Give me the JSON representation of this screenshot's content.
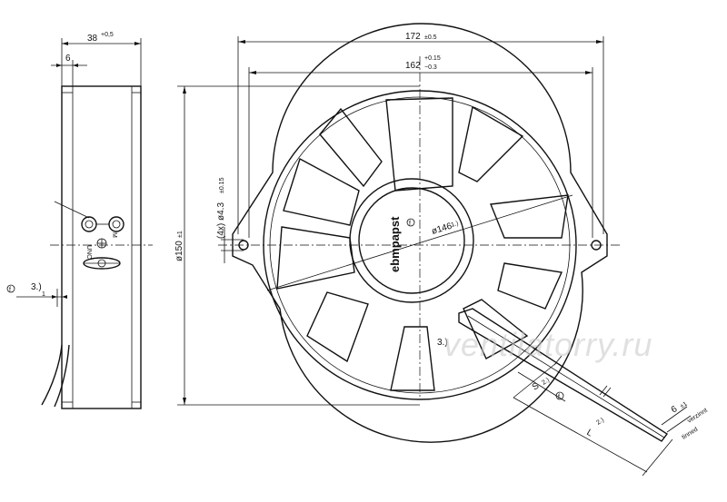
{
  "side_view": {
    "width_value": "38",
    "width_tol": "+0,5",
    "inset_value": "6",
    "label_unc": "UNC",
    "label_m": "M",
    "offset_value": "3.)",
    "offset_small": "1"
  },
  "front_view": {
    "overall_width": "172",
    "overall_width_tol": "±0.5",
    "hole_spacing": "162",
    "hole_spacing_tol_upper": "+0.15",
    "hole_spacing_tol_lower": "−0.3",
    "height_label": "ø150",
    "height_tol": "±1",
    "hole_callout": "(4x) ø4.3",
    "hole_callout_tol": "±0.15",
    "hub_diameter": "ø146",
    "hub_note": "1.)",
    "brand": "ebmpapst",
    "lead_note": "3.)",
    "strip_s": "S",
    "strip_note": "2.)",
    "lead_l": "L",
    "lead_l_note": "2.)",
    "tinned_len": "6",
    "tinned_tol": "±1",
    "tinned_de": "verzinnt",
    "tinned_en": "tinned"
  },
  "symbols": {
    "f_marker": "f"
  },
  "watermark": "ventilatorry.ru"
}
